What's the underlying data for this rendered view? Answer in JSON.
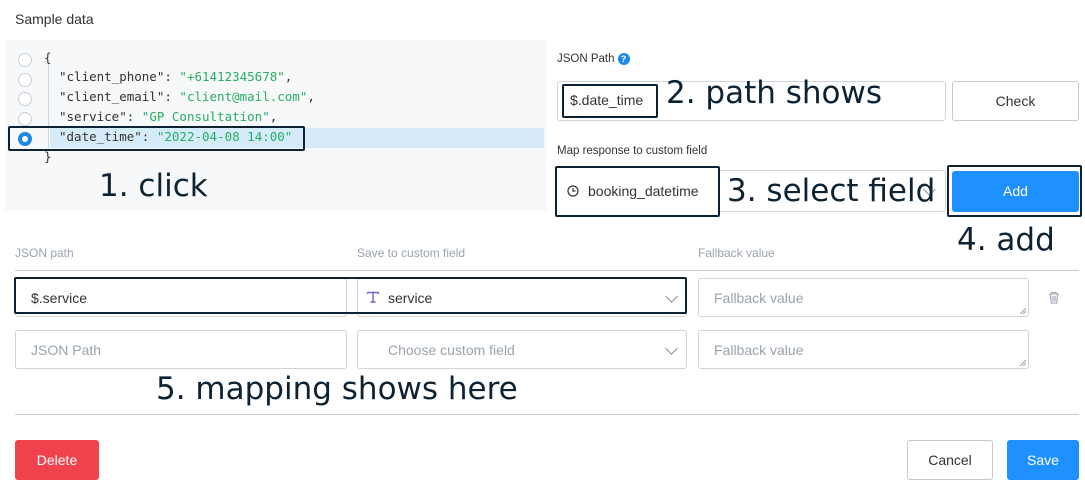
{
  "sample_title": "Sample data",
  "code": {
    "open_brace": "{",
    "close_brace": "}",
    "lines": [
      {
        "key": "\"client_phone\"",
        "value": "\"+61412345678\"",
        "trail": ","
      },
      {
        "key": "\"client_email\"",
        "value": "\"client@mail.com\"",
        "trail": ","
      },
      {
        "key": "\"service\"",
        "value": "\"GP Consultation\"",
        "trail": ","
      },
      {
        "key": "\"date_time\"",
        "value": "\"2022-04-08 14:00\"",
        "trail": ""
      }
    ],
    "selected_index": 3
  },
  "json_path": {
    "label": "JSON Path",
    "help": "?",
    "value": "$.date_time",
    "check_label": "Check"
  },
  "map_field": {
    "label": "Map response to custom field",
    "value": "booking_datetime",
    "add_label": "Add"
  },
  "annotations": {
    "a1": "1. click",
    "a2": "2. path shows",
    "a3": "3. select field",
    "a4": "4. add",
    "a5": "5. mapping shows here"
  },
  "columns": {
    "json_path": "JSON path",
    "save_to": "Save to custom field",
    "fallback": "Fallback value"
  },
  "rows": [
    {
      "path": "$.service",
      "field": "service",
      "fallback_placeholder": "Fallback value"
    },
    {
      "path_placeholder": "JSON Path",
      "field_placeholder": "Choose custom field",
      "fallback_placeholder": "Fallback value"
    }
  ],
  "footer": {
    "delete_label": "Delete",
    "cancel_label": "Cancel",
    "save_label": "Save"
  },
  "colors": {
    "primary": "#1e90ff",
    "danger": "#f0424d",
    "annotation": "#0d2233",
    "json_value": "#27ae60"
  }
}
